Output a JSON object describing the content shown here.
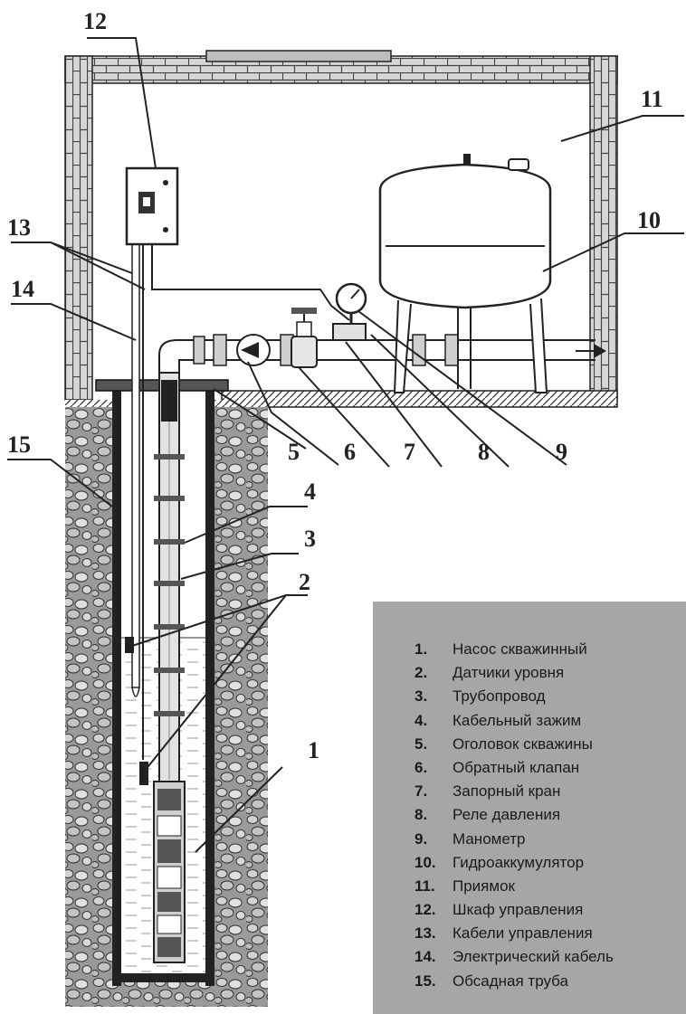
{
  "callouts": {
    "c1": "1",
    "c2": "2",
    "c3": "3",
    "c4": "4",
    "c5": "5",
    "c6": "6",
    "c7": "7",
    "c8": "8",
    "c9": "9",
    "c10": "10",
    "c11": "11",
    "c12": "12",
    "c13": "13",
    "c14": "14",
    "c15": "15"
  },
  "legend": [
    {
      "num": "1.",
      "label": "Насос скважинный"
    },
    {
      "num": "2.",
      "label": "Датчики уровня"
    },
    {
      "num": "3.",
      "label": "Трубопровод"
    },
    {
      "num": "4.",
      "label": "Кабельный зажим"
    },
    {
      "num": "5.",
      "label": "Оголовок скважины"
    },
    {
      "num": "6.",
      "label": "Обратный клапан"
    },
    {
      "num": "7.",
      "label": "Запорный кран"
    },
    {
      "num": "8.",
      "label": "Реле давления"
    },
    {
      "num": "9.",
      "label": "Манометр"
    },
    {
      "num": "10.",
      "label": "Гидроаккумулятор"
    },
    {
      "num": "11.",
      "label": "Приямок"
    },
    {
      "num": "12.",
      "label": "Шкаф управления"
    },
    {
      "num": "13.",
      "label": "Кабели управления"
    },
    {
      "num": "14.",
      "label": "Электрический кабель"
    },
    {
      "num": "15.",
      "label": "Обсадная труба"
    }
  ]
}
